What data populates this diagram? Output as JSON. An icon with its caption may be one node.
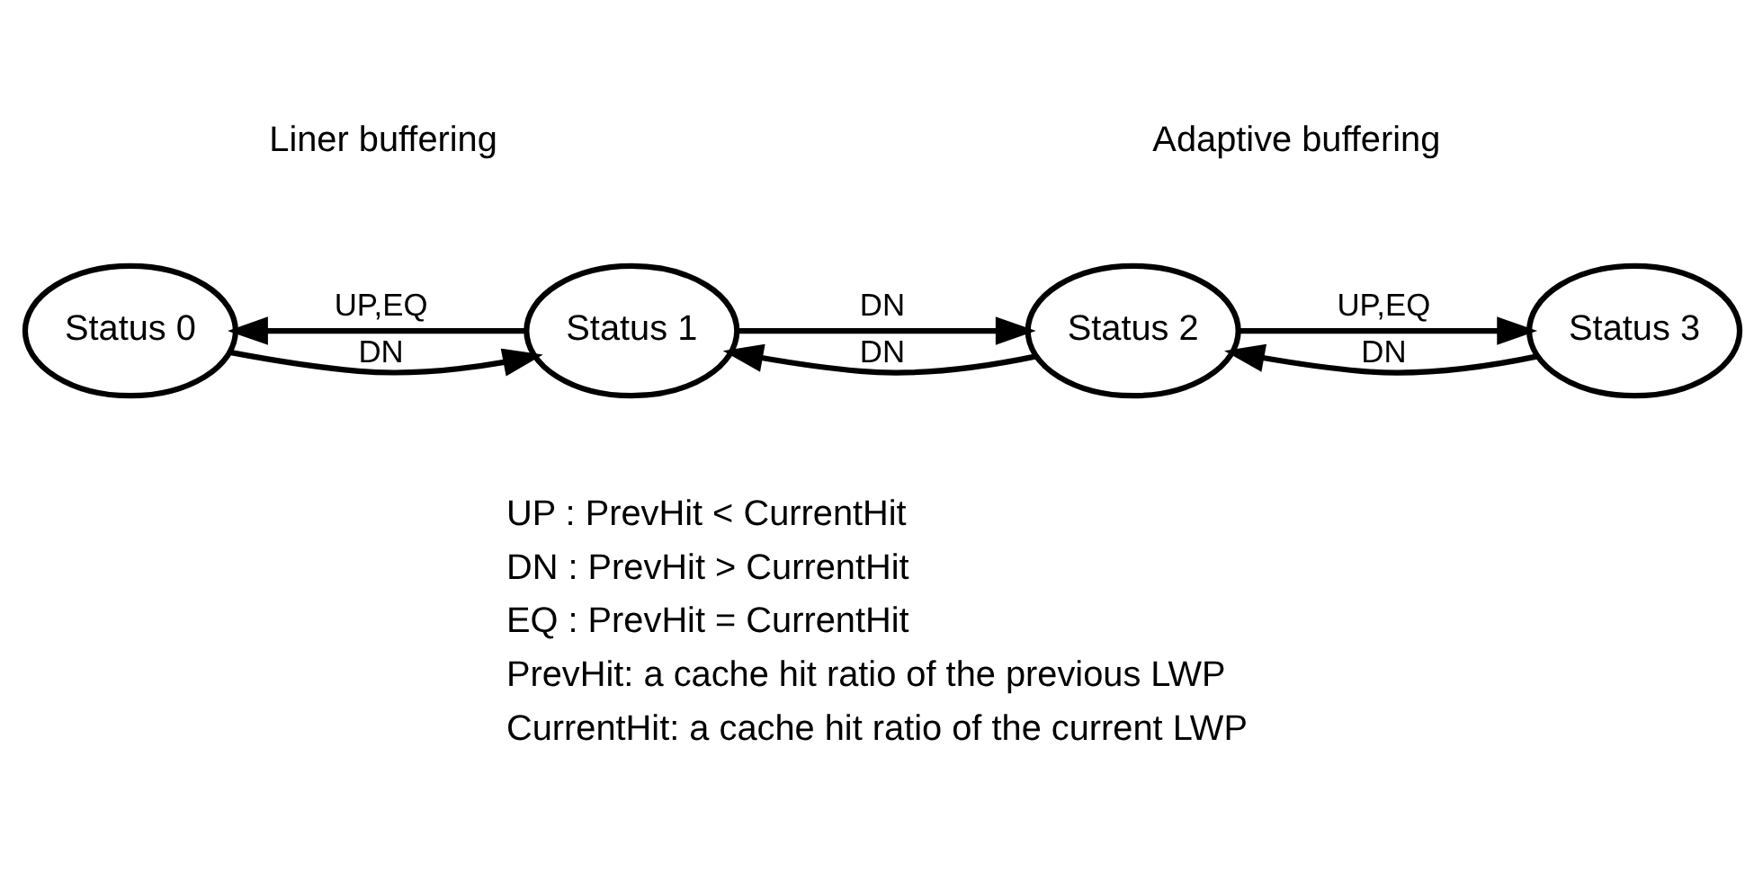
{
  "diagram": {
    "nodes": [
      {
        "text": [
          "Status 0"
        ]
      },
      {
        "text": [
          "Status 1"
        ]
      },
      {
        "text": [
          "Status 2"
        ]
      },
      {
        "text": [
          "Status 3"
        ]
      }
    ],
    "edges": [
      {
        "from": 0,
        "to": 1,
        "arrow": "to",
        "label": "DN"
      },
      {
        "from": 1,
        "to": 0,
        "arrow": "to",
        "label": "UP,EQ"
      },
      {
        "from": 1,
        "to": 2,
        "arrow": "to",
        "label": "DN"
      },
      {
        "from": 2,
        "to": 1,
        "arrow": "to",
        "label": "DN"
      },
      {
        "from": 2,
        "to": 3,
        "arrow": "to",
        "label": "UP,EQ"
      },
      {
        "from": 3,
        "to": 2,
        "arrow": "to",
        "label": "DN"
      }
    ],
    "labels": [
      "Liner buffering",
      "Adaptive buffering",
      "UP : PrevHit < CurrentHit",
      "DN : PrevHit > CurrentHit",
      "EQ : PrevHit = CurrentHit",
      "PrevHit: a cache hit ratio of the previous LWP",
      "CurrentHit: a cache hit ratio of the current LWP"
    ]
  }
}
